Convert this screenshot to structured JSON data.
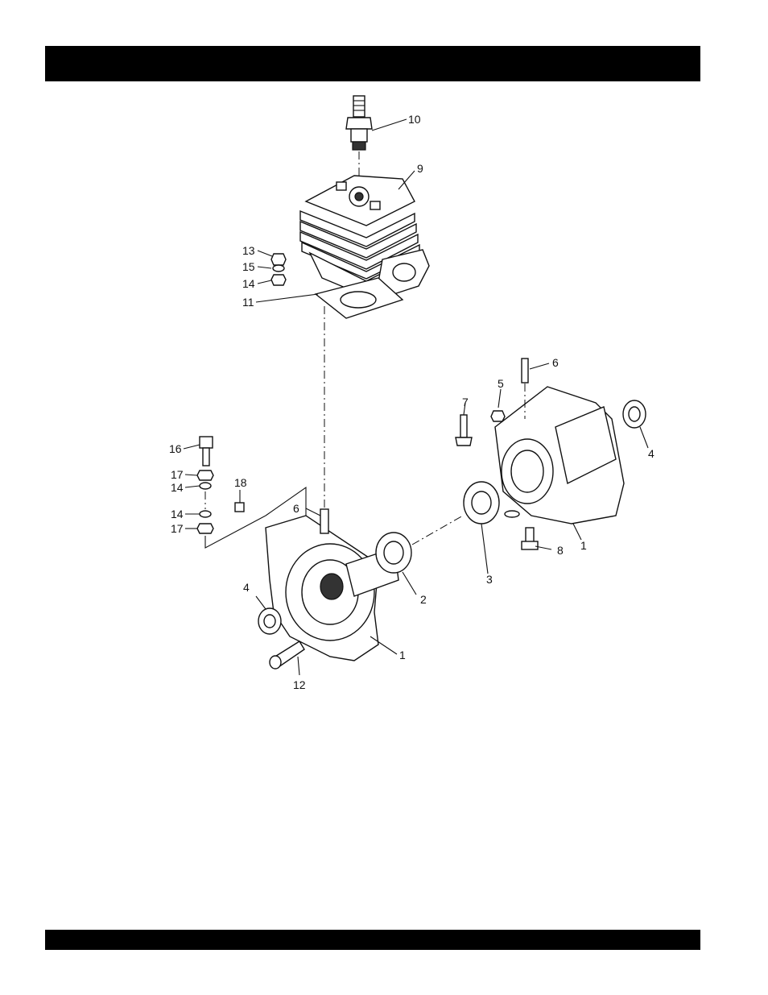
{
  "header": {
    "title": "",
    "color": "#000000"
  },
  "footer": {
    "text": "",
    "color": "#000000"
  },
  "diagram": {
    "type": "exploded-parts-view",
    "callouts": [
      {
        "id": "c10",
        "label": "10"
      },
      {
        "id": "c9",
        "label": "9"
      },
      {
        "id": "c13",
        "label": "13"
      },
      {
        "id": "c15",
        "label": "15"
      },
      {
        "id": "c14a",
        "label": "14"
      },
      {
        "id": "c11",
        "label": "11"
      },
      {
        "id": "c6a",
        "label": "6"
      },
      {
        "id": "c5",
        "label": "5"
      },
      {
        "id": "c7",
        "label": "7"
      },
      {
        "id": "c4a",
        "label": "4"
      },
      {
        "id": "c16",
        "label": "16"
      },
      {
        "id": "c17a",
        "label": "17"
      },
      {
        "id": "c14b",
        "label": "14"
      },
      {
        "id": "c18",
        "label": "18"
      },
      {
        "id": "c6b",
        "label": "6"
      },
      {
        "id": "c14c",
        "label": "14"
      },
      {
        "id": "c17b",
        "label": "17"
      },
      {
        "id": "c1a",
        "label": "1"
      },
      {
        "id": "c8",
        "label": "8"
      },
      {
        "id": "c3",
        "label": "3"
      },
      {
        "id": "c2",
        "label": "2"
      },
      {
        "id": "c4b",
        "label": "4"
      },
      {
        "id": "c1b",
        "label": "1"
      },
      {
        "id": "c12",
        "label": "12"
      }
    ]
  }
}
